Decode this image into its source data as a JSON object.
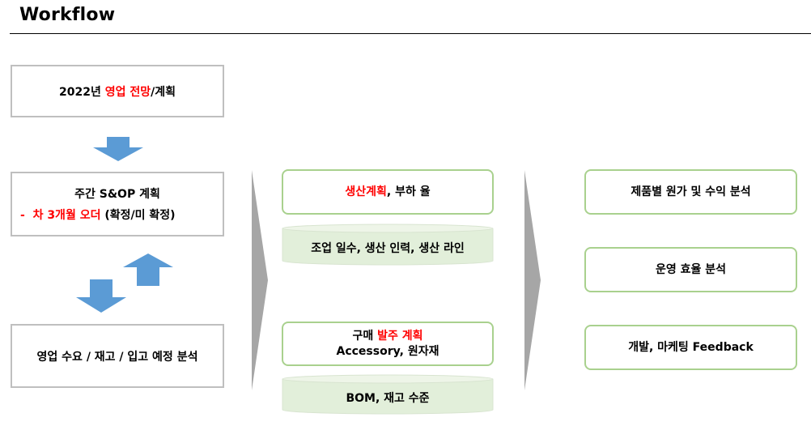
{
  "header": {
    "title": "Workflow"
  },
  "left": {
    "box1": {
      "pre": "2022년 ",
      "red": "영업 전망",
      "post": "/계획"
    },
    "box2": {
      "line1": "주간 S&OP 계획",
      "bullet": "-",
      "red": "차 3개월 오더",
      "post": " (확정/미 확정)"
    },
    "box3": {
      "text": "영업 수요 / 재고 / 입고 예정 분석"
    }
  },
  "middle": {
    "production": {
      "red": "생산계획",
      "post": ", 부하 율"
    },
    "production_basis": "조업 일수, 생산 인력, 생산 라인",
    "purchase": {
      "pre": "구매 ",
      "red": "발주 계획",
      "line2": "Accessory, 원자재"
    },
    "purchase_basis": "BOM, 재고 수준"
  },
  "right": {
    "items": [
      "제품별 원가 및 수익 분석",
      "운영 효율 분석",
      "개발, 마케팅 Feedback"
    ]
  },
  "colors": {
    "arrow_blue": "#5b9bd5",
    "chevron_grey": "#a6a6a6",
    "green_border": "#a9d18e",
    "green_fill": "#e2efda",
    "grey_border": "#bfbfbf",
    "accent_red": "#ff0000"
  }
}
